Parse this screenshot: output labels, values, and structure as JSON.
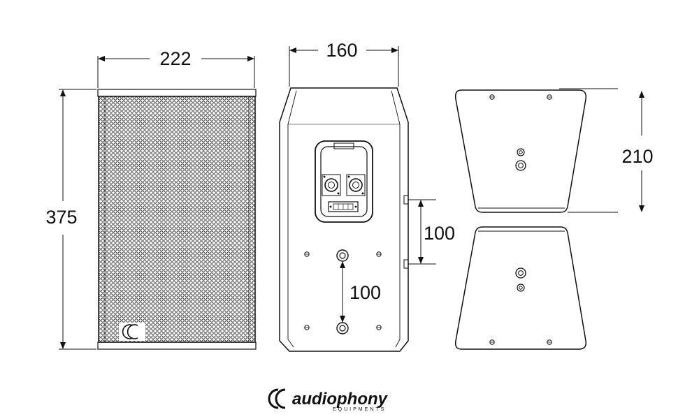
{
  "dimensions": {
    "front_width": "222",
    "height": "375",
    "rear_width": "160",
    "bracket_spacing": "100",
    "mount_spacing": "100",
    "bracket_height": "210"
  },
  "brand": {
    "name": "audiophony",
    "tagline": "EQUIPMENTS"
  },
  "colors": {
    "line": "#111111",
    "background": "#ffffff"
  }
}
